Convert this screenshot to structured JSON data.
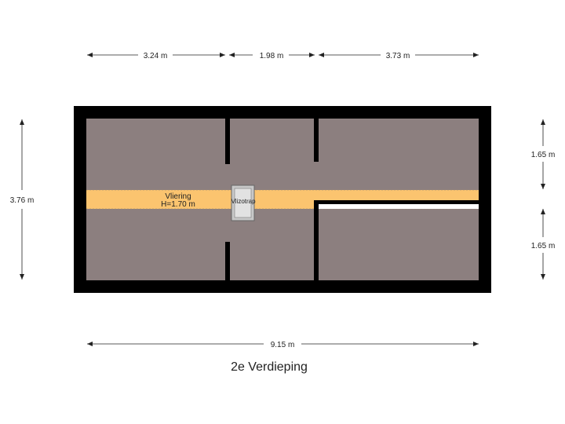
{
  "colors": {
    "wall": "#000000",
    "room_fill": "#8c7f7f",
    "vliering_fill": "#fbc46f",
    "stair_fill": "#c8c8c8",
    "white_strip": "#ffffff",
    "dimension_line": "#222222"
  },
  "dimensions": {
    "top": [
      "3.24 m",
      "1.98 m",
      "3.73 m"
    ],
    "left": "3.76 m",
    "right_upper": "1.65 m",
    "right_lower": "1.65 m",
    "bottom": "9.15 m"
  },
  "rooms": {
    "vliering_label": "Vliering",
    "vliering_height": "H=1.70 m",
    "stair_label": "Vlizotrap"
  },
  "floor_title": "2e Verdieping"
}
